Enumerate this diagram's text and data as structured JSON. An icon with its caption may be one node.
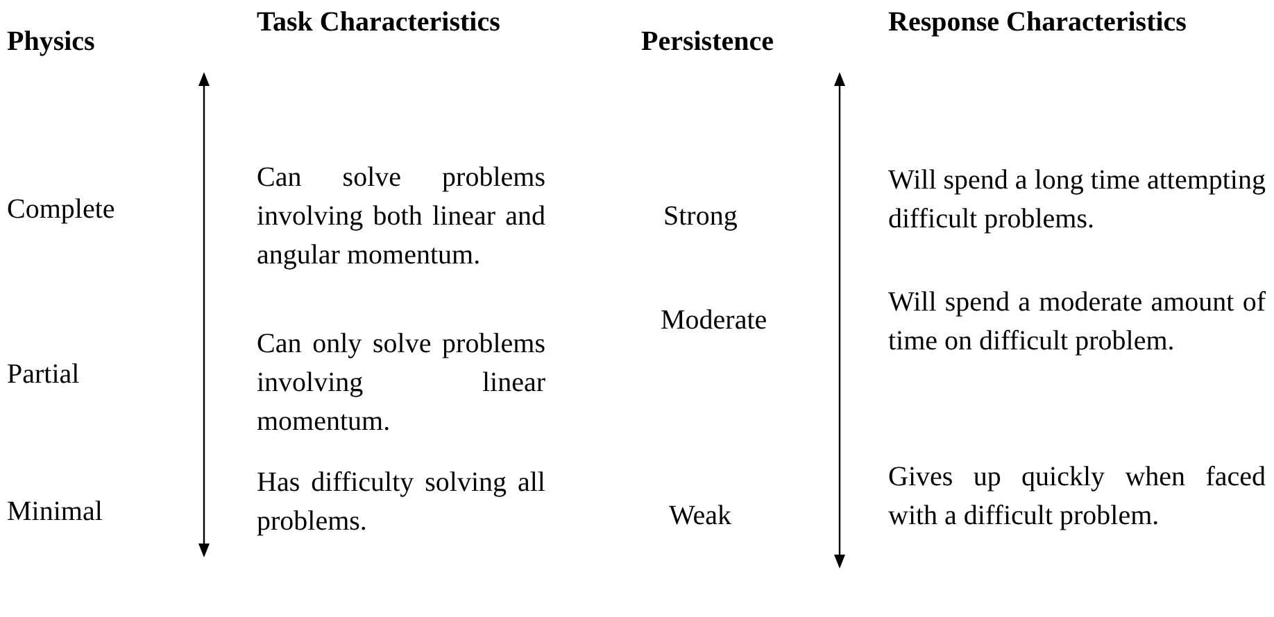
{
  "diagram": {
    "labels": [
      "Physics",
      "Task Characteristics",
      "Persistence",
      "Response Characteristics",
      "Complete",
      "Can solve problems involving both linear and angular momentum.",
      "Strong",
      "Will spend a long time attempting difficult problems.",
      "Will spend a moderate amount of time on difficult problem.",
      "Moderate",
      "Partial",
      "Can only solve problems involving linear momentum.",
      "Minimal",
      "Has difficulty solving all problems.",
      "Weak",
      "Gives up quickly when faced with a difficult problem."
    ]
  }
}
